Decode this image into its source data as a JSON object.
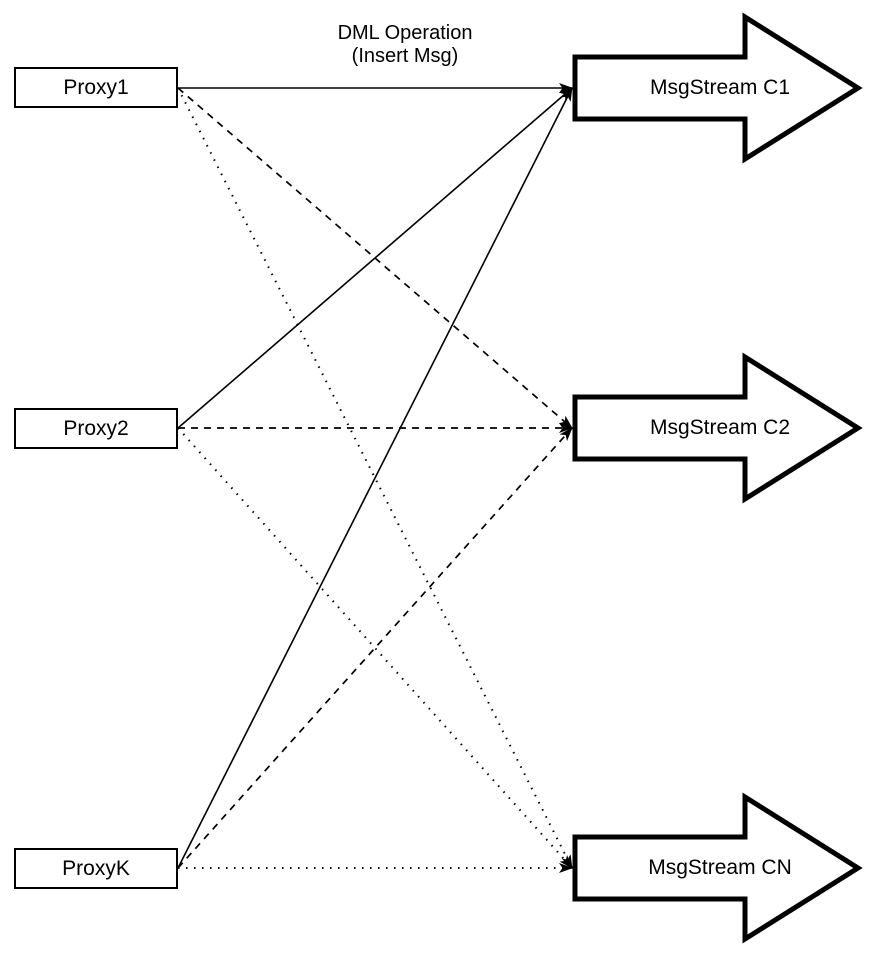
{
  "diagram": {
    "annotation": {
      "line1": "DML Operation",
      "line2": "(Insert Msg)"
    },
    "proxies": [
      {
        "id": "proxy1",
        "label": "Proxy1"
      },
      {
        "id": "proxy2",
        "label": "Proxy2"
      },
      {
        "id": "proxyk",
        "label": "ProxyK"
      }
    ],
    "streams": [
      {
        "id": "c1",
        "label": "MsgStream C1"
      },
      {
        "id": "c2",
        "label": "MsgStream C2"
      },
      {
        "id": "cn",
        "label": "MsgStream CN"
      }
    ],
    "connections": [
      {
        "from": "proxy1",
        "to": "c1",
        "style": "solid"
      },
      {
        "from": "proxy1",
        "to": "c2",
        "style": "dashed"
      },
      {
        "from": "proxy1",
        "to": "cn",
        "style": "dotted"
      },
      {
        "from": "proxy2",
        "to": "c1",
        "style": "solid"
      },
      {
        "from": "proxy2",
        "to": "c2",
        "style": "dashed"
      },
      {
        "from": "proxy2",
        "to": "cn",
        "style": "dotted"
      },
      {
        "from": "proxyk",
        "to": "c1",
        "style": "solid"
      },
      {
        "from": "proxyk",
        "to": "c2",
        "style": "dashed"
      },
      {
        "from": "proxyk",
        "to": "cn",
        "style": "dotted"
      }
    ],
    "colors": {
      "stroke": "#000000",
      "fill": "#ffffff"
    }
  }
}
